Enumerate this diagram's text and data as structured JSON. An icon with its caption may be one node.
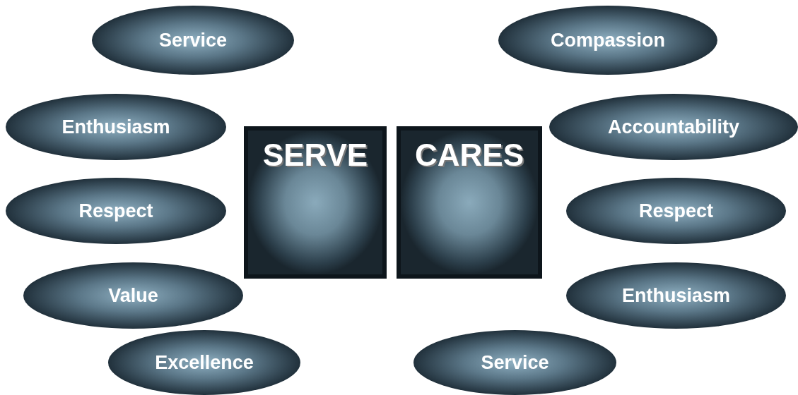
{
  "diagram": {
    "nodes": [
      {
        "text": [
          "Service"
        ]
      },
      {
        "text": [
          "Compassion"
        ]
      },
      {
        "text": [
          "Enthusiasm"
        ]
      },
      {
        "text": [
          "SERVE"
        ]
      },
      {
        "text": [
          "CARES"
        ]
      },
      {
        "text": [
          "Accountability"
        ]
      },
      {
        "text": [
          "Respect"
        ]
      },
      {
        "text": [
          "Respect"
        ]
      },
      {
        "text": [
          "Value"
        ]
      },
      {
        "text": [
          "Enthusiasm"
        ]
      },
      {
        "text": [
          "Excellence"
        ]
      },
      {
        "text": [
          "Service"
        ]
      }
    ]
  }
}
